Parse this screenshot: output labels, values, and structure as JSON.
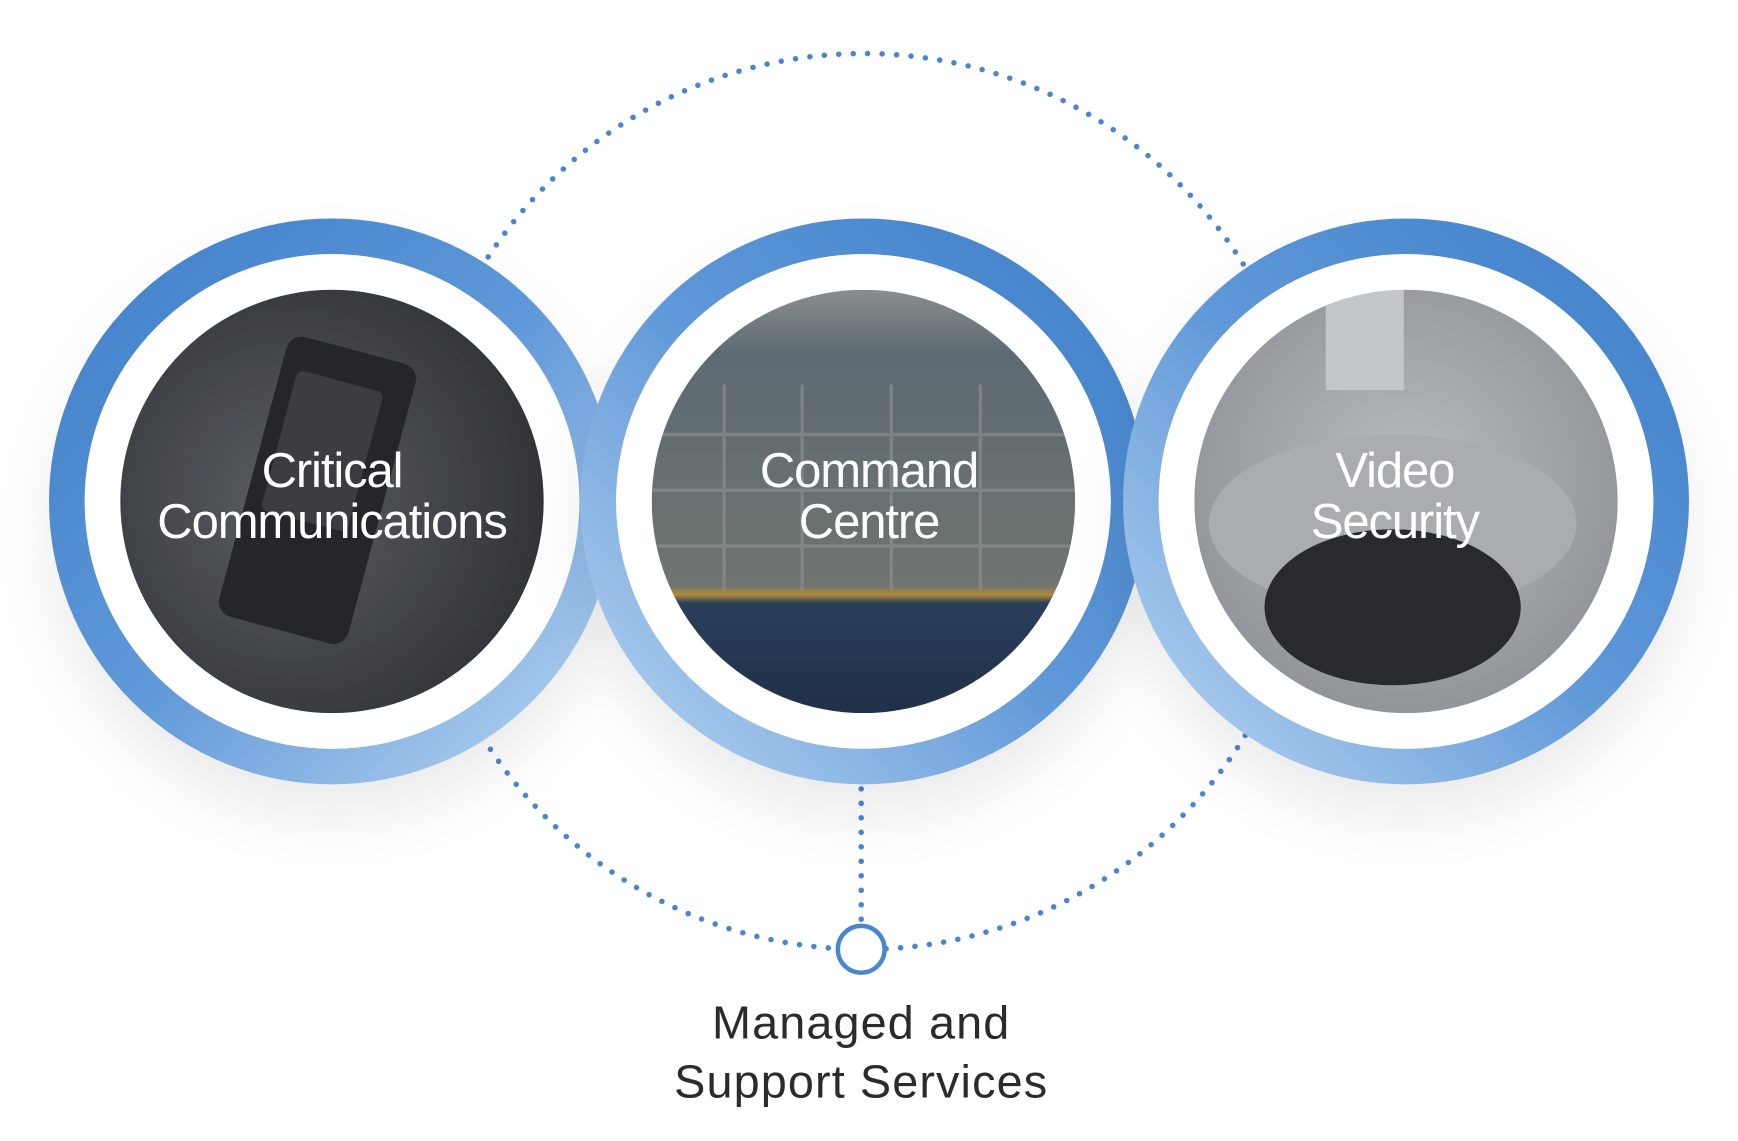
{
  "services": [
    {
      "line1": "Critical",
      "line2": "Communications"
    },
    {
      "line1": "Command",
      "line2": "Centre"
    },
    {
      "line1": "Video",
      "line2": "Security"
    }
  ],
  "hub": {
    "line1": "Managed and",
    "line2": "Support Services"
  },
  "colors": {
    "ring_dark": "#3f7fc9",
    "ring_light": "#b7d4f1",
    "dots": "#4a86d0"
  }
}
